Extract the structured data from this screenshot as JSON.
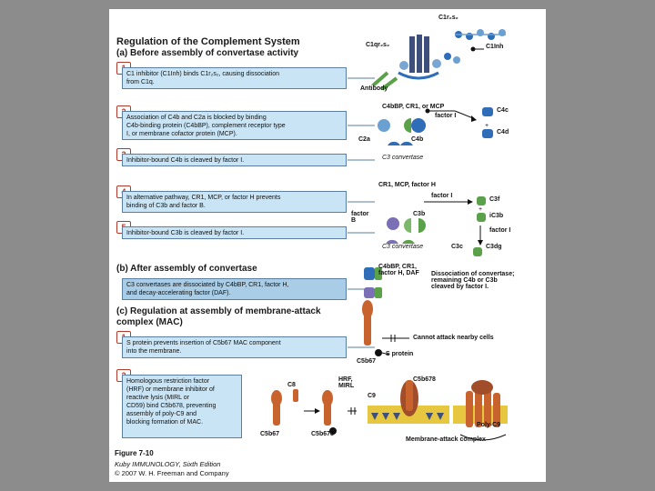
{
  "figure": {
    "title": "Regulation of the Complement System",
    "section_a": "(a) Before assembly of convertase activity",
    "section_b": "(b) After assembly of convertase",
    "section_c_line1": "(c) Regulation at assembly of membrane-attack",
    "section_c_line2": "complex (MAC)"
  },
  "steps_a": [
    {
      "num": "1",
      "lines": [
        "C1 inhibitor (C1Inh) binds C1r₂s₂, causing dissociation",
        "from C1q."
      ]
    },
    {
      "num": "2",
      "lines": [
        "Association of C4b and C2a is blocked by binding",
        "C4b-binding protein (C4bBP), complement receptor type",
        "I, or membrane cofactor protein (MCP)."
      ]
    },
    {
      "num": "3",
      "lines": [
        "Inhibitor-bound C4b is cleaved by factor I."
      ]
    },
    {
      "num": "4",
      "lines": [
        "In alternative pathway, CR1, MCP, or factor H prevents",
        "binding of C3b and factor B."
      ]
    },
    {
      "num": "5",
      "lines": [
        "Inhibitor-bound C3b is cleaved by factor I."
      ]
    }
  ],
  "step_b": {
    "lines": [
      "C3 convertases are dissociated by C4bBP, CR1, factor H,",
      "and decay-accelerating factor (DAF)."
    ]
  },
  "steps_c": [
    {
      "num": "1",
      "lines": [
        "S protein prevents insertion of C5b67 MAC component",
        "into the membrane."
      ]
    },
    {
      "num": "2",
      "lines": [
        "Homologous restriction factor",
        "(HRF) or membrane inhibitor of",
        "reactive lysis (MIRL or",
        "CD59) bind C5b678, preventing",
        "assembly of poly-C9 and",
        "blocking formation of MAC."
      ]
    }
  ],
  "diagram_labels": {
    "c1r2s2_top": "C1r₂s₂",
    "c1qr2s2": "C1qr₂s₂",
    "c1inh": "C1Inh",
    "antibody": "Antibody",
    "c4bbp_cr1_mcp": "C4bBP, CR1, or MCP",
    "factor_i_1": "factor I",
    "c4c": "C4c",
    "c4d": "C4d",
    "c2a": "C2a",
    "c4b": "C4b",
    "c3_convertase_1": "C3 convertase",
    "cr1_mcp_factorh": "CR1, MCP, factor H",
    "factor_i_2": "factor I",
    "c3f": "C3f",
    "ic3b": "iC3b",
    "factor_i_3": "factor I",
    "factor_b": [
      "factor",
      "B"
    ],
    "c3b": "C3b",
    "c3_convertase_2": "C3 convertase",
    "c3c": "C3c",
    "c3dg": "C3dg",
    "c4bbp_cr1_fh_daf": [
      "C4bBP, CR1,",
      "factor H, DAF"
    ],
    "dissociation": [
      "Dissociation of convertase;",
      "remaining C4b or C3b",
      "cleaved by factor I."
    ],
    "cannot_attack": "Cannot attack nearby cells",
    "s_protein": "S protein",
    "c5b67_1": "C5b67",
    "c8": "C8",
    "c5b67_2": "C5b67",
    "c5b678_1": "C5b678",
    "hrf_mirl": [
      "HRF,",
      "MIRL"
    ],
    "c9": "C9",
    "c5b678_2": "C5b678",
    "poly_c9": "Poly-C9",
    "mac": "Membrane-attack complex"
  },
  "footer": {
    "figure_num": "Figure 7-10",
    "book": "Kuby IMMUNOLOGY, Sixth Edition",
    "copyright": "© 2007 W. H. Freeman and Company"
  },
  "colors": {
    "box_fill": "#c9e4f5",
    "box_border": "#5a7fa3",
    "number_badge": "#b33a2b",
    "c4_blue": "#2f6db8",
    "c3_green": "#5aa14a",
    "factor_purple": "#7b6fb5",
    "c5_orange": "#c9632e",
    "membrane_yellow": "#e7c640"
  }
}
